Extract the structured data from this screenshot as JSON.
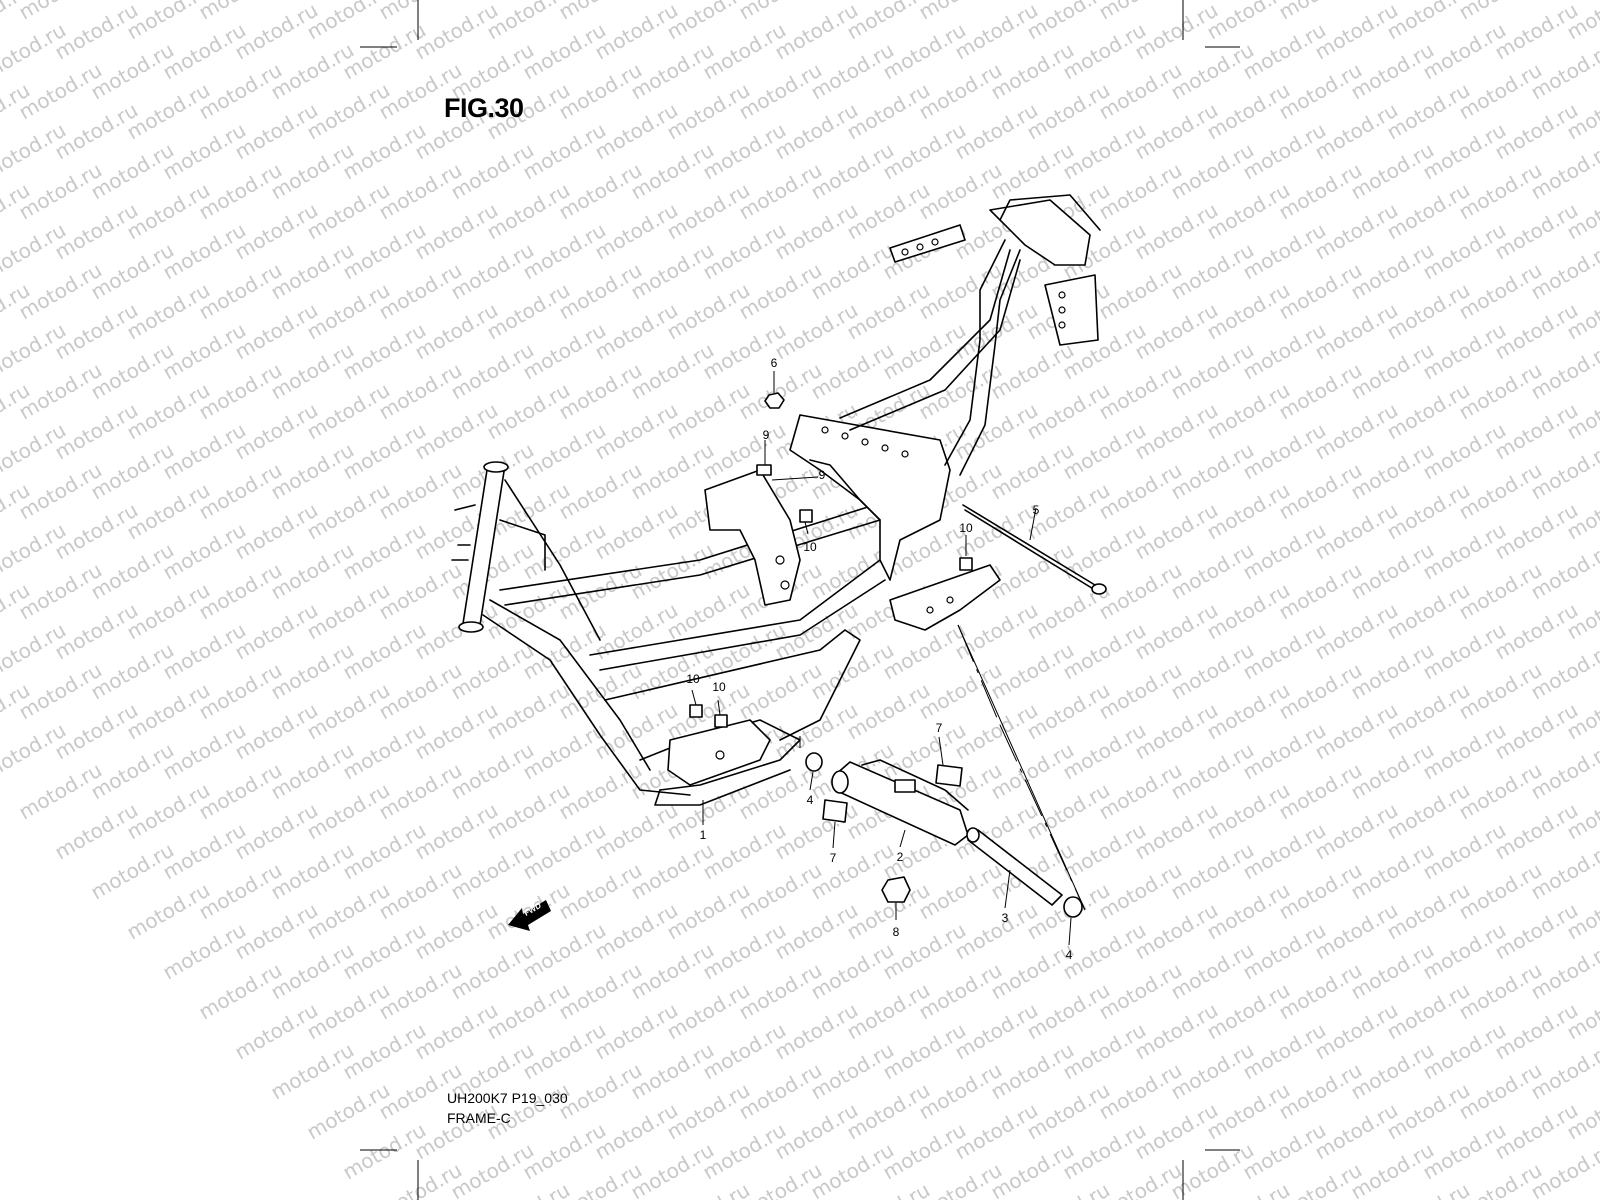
{
  "figure": {
    "title": "FIG.30",
    "footer_code": "UH200K7 P19_030",
    "footer_name": "FRAME-C"
  },
  "watermark": {
    "text": "motod.ru",
    "color": "#c8c8c8"
  },
  "fwd_arrow": {
    "label": "FWD"
  },
  "callouts": [
    {
      "id": "6",
      "label": "6"
    },
    {
      "id": "9a",
      "label": "9"
    },
    {
      "id": "9b",
      "label": "9"
    },
    {
      "id": "10a",
      "label": "10"
    },
    {
      "id": "10b",
      "label": "10"
    },
    {
      "id": "5",
      "label": "5"
    },
    {
      "id": "10c",
      "label": "10"
    },
    {
      "id": "10d",
      "label": "10"
    },
    {
      "id": "7a",
      "label": "7"
    },
    {
      "id": "4a",
      "label": "4"
    },
    {
      "id": "7b",
      "label": "7"
    },
    {
      "id": "1",
      "label": "1"
    },
    {
      "id": "2",
      "label": "2"
    },
    {
      "id": "3",
      "label": "3"
    },
    {
      "id": "8",
      "label": "8"
    },
    {
      "id": "4b",
      "label": "4"
    }
  ]
}
